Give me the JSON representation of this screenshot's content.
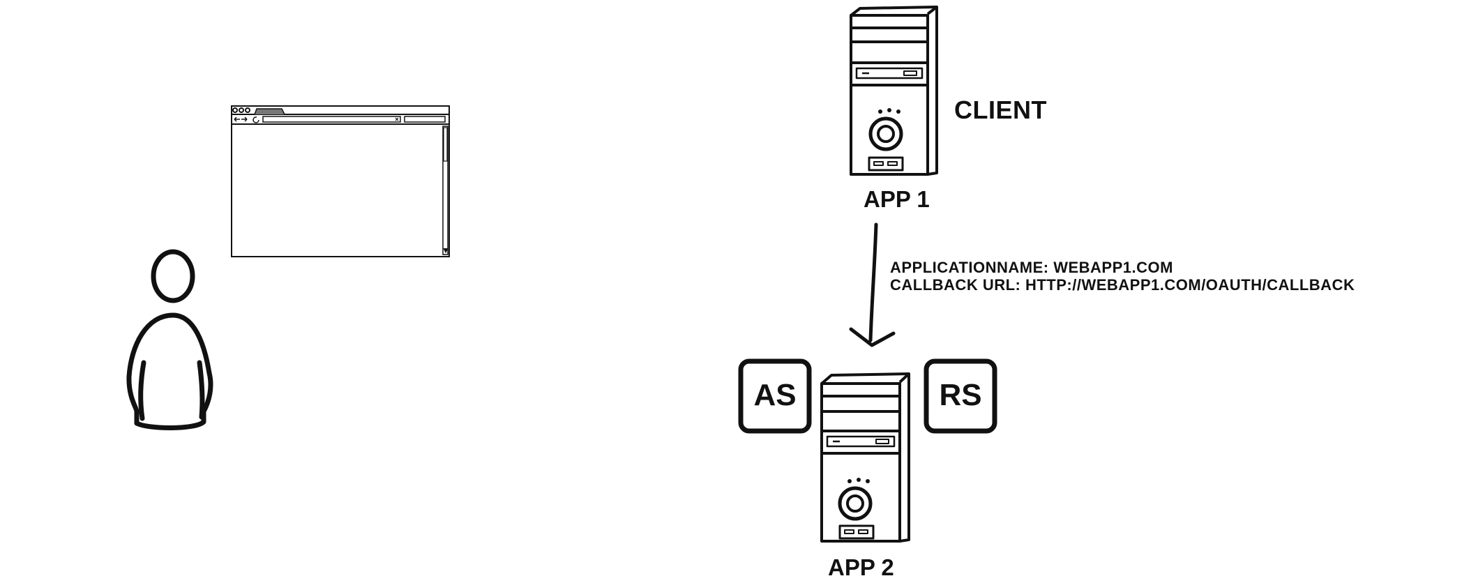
{
  "diagram": {
    "client_label": "CLIENT",
    "app1_label": "APP 1",
    "app2_label": "APP 2",
    "as_label": "AS",
    "rs_label": "RS",
    "note": {
      "line1": "APPLICATIONNAME:  WEBAPP1.COM",
      "line2": "CALLBACK URL:  HTTP://WEBAPP1.COM/OAUTH/CALLBACK"
    }
  },
  "colors": {
    "ink": "#111111",
    "background": "#ffffff",
    "tab": "#777777"
  },
  "icons": [
    "user-icon",
    "browser-window-icon",
    "server-icon",
    "arrow-down-icon"
  ]
}
